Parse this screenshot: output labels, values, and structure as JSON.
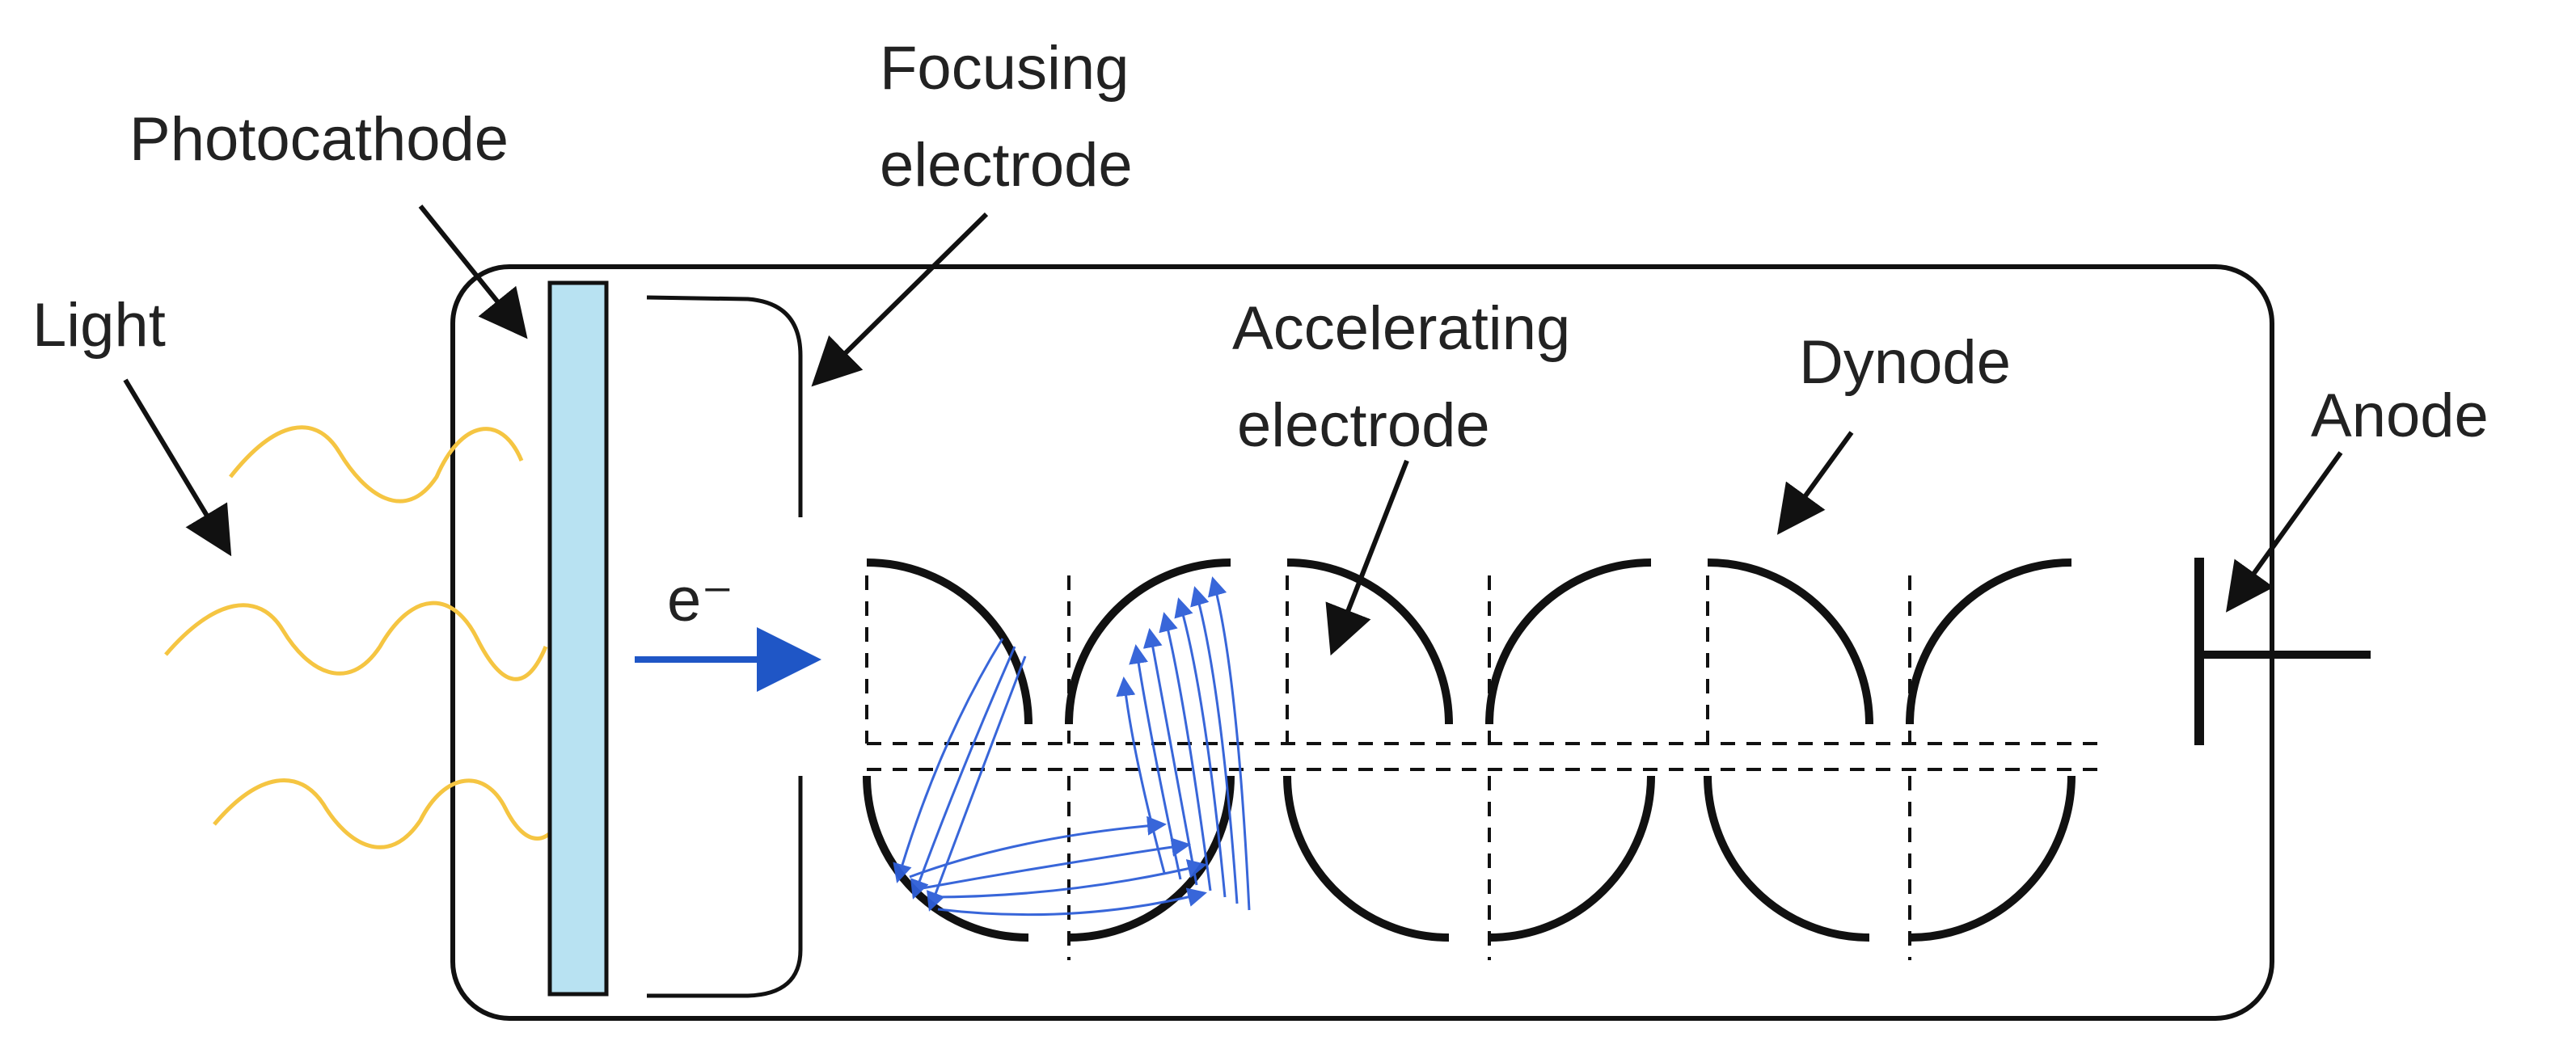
{
  "labels": {
    "light": "Light",
    "photocathode": "Photocathode",
    "focusing_electrode_line1": "Focusing",
    "focusing_electrode_line2": "electrode",
    "accelerating_electrode_line1": "Accelerating",
    "accelerating_electrode_line2": "electrode",
    "dynode": "Dynode",
    "anode": "Anode",
    "electron": "e⁻"
  },
  "colors": {
    "light_wave": "#F5C542",
    "photocathode_fill": "#B8E2F2",
    "electron_arrow": "#1F56C6",
    "electron_paths": "#2E5ED8",
    "outline": "#111111"
  }
}
